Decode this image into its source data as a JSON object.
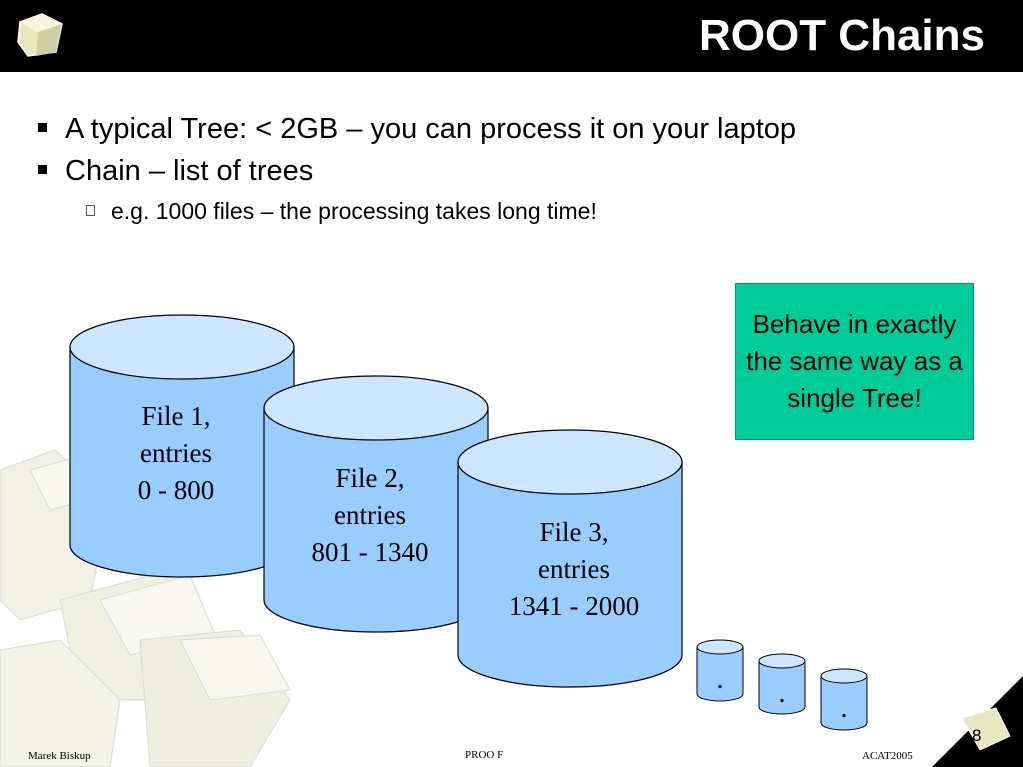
{
  "header": {
    "title": "ROOT Chains"
  },
  "bullets": [
    {
      "text": "A typical Tree:  < 2GB – you can process it on your laptop"
    },
    {
      "text": "Chain – list of trees"
    },
    {
      "text": "e.g. 1000 files – the processing takes long time!"
    }
  ],
  "callout": {
    "text": "Behave in exactly the same way as a single Tree!"
  },
  "cylinders": [
    {
      "line1": "File 1,",
      "line2": "entries",
      "line3": "0 - 800"
    },
    {
      "line1": "File 2,",
      "line2": "entries",
      "line3": "801 - 1340"
    },
    {
      "line1": "File 3,",
      "line2": "entries",
      "line3": "1341 - 2000"
    }
  ],
  "small_cylinders": [
    ".",
    ".",
    "."
  ],
  "footer": {
    "author": "Marek Biskup",
    "center": "PROO F",
    "right": "ACAT2005",
    "page": "8"
  },
  "colors": {
    "cylinder_fill": "#99ccff",
    "cylinder_top": "#cce6ff",
    "callout": "#00cc99",
    "header": "#000000"
  }
}
